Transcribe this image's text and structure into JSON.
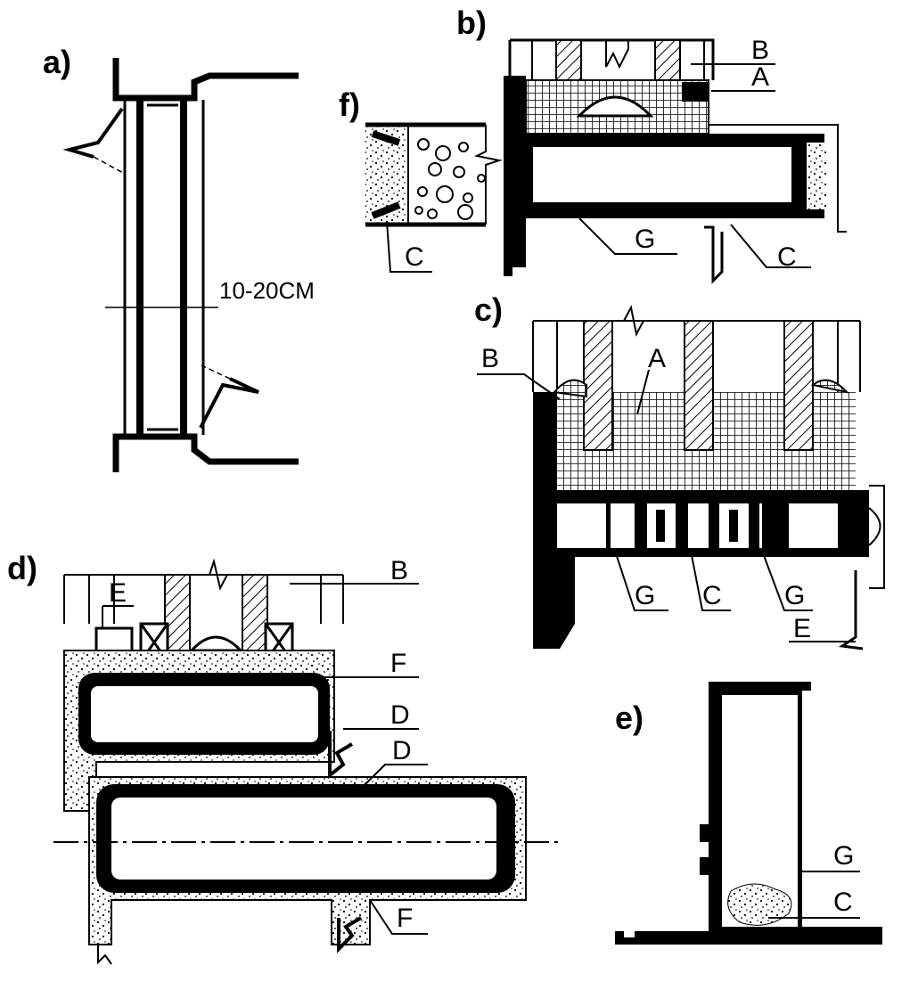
{
  "panels": {
    "a": {
      "letter": "a)",
      "dimension": "10-20CM"
    },
    "b": {
      "letter": "b)",
      "labels": [
        "B",
        "A",
        "G",
        "C"
      ]
    },
    "c": {
      "letter": "c)",
      "labels": [
        "B",
        "A",
        "G",
        "C",
        "G",
        "E"
      ]
    },
    "d": {
      "letter": "d)",
      "labels": [
        "E",
        "B",
        "F",
        "D",
        "D",
        "F"
      ]
    },
    "e": {
      "letter": "e)",
      "labels": [
        "G",
        "C"
      ]
    },
    "f": {
      "letter": "f)",
      "labels": [
        "C"
      ]
    }
  },
  "colors": {
    "ink": "#000000",
    "paper": "#ffffff"
  }
}
